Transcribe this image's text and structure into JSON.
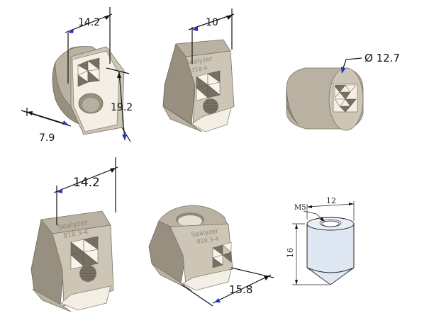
{
  "dimensions": {
    "fig1_top": "14.2",
    "fig1_side": "19.2",
    "fig1_width": "7.9",
    "fig2_top": "10",
    "fig3_diameter": "Ø 12.7",
    "fig4_top": "14.2",
    "fig5_length": "15.8",
    "fig6_width": "12",
    "fig6_thread": "M5",
    "fig6_height": "16"
  },
  "colors": {
    "part_body": "#b9b1a1",
    "part_face": "#f4efe4",
    "dimension_arrow": "#2130c8",
    "cone_fill": "#dfe7f2"
  }
}
